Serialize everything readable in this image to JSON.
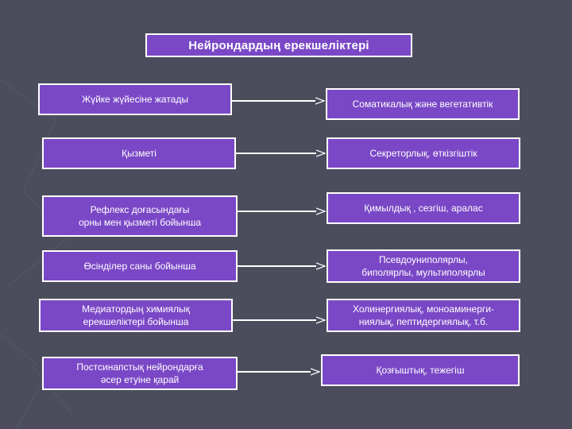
{
  "diagram": {
    "title": "Нейрондардың ерекшеліктері",
    "rows": [
      {
        "left": "Жүйке жүйесіне жатады",
        "right": "Соматикалық  және вегетативтік"
      },
      {
        "left": "Қызметі",
        "right": "Секреторлық, өткізгіштік"
      },
      {
        "left": "Рефлекс доғасындағы\nорны мен қызметі бойынша",
        "right": "Қимылдық , сезгіш, аралас"
      },
      {
        "left": "Өсінділер саны бойынша",
        "right": "Псевдоуниполярлы,\nбиполярлы, мультиполярлы"
      },
      {
        "left": "Медиатордың химиялық\nерекшеліктері бойынша",
        "right": "Холинергиялық, моноаминерги-\nниялық, пептидергиялық, т.б."
      },
      {
        "left": "Постсинапстық нейрондарға\nәсер етуіне қарай",
        "right": "Қозғыштық, тежегіш"
      }
    ]
  },
  "colors": {
    "background": "#4b4d5c",
    "box_fill": "#7a48c6",
    "box_border": "#ffffff",
    "arrow": "#ffffff"
  }
}
